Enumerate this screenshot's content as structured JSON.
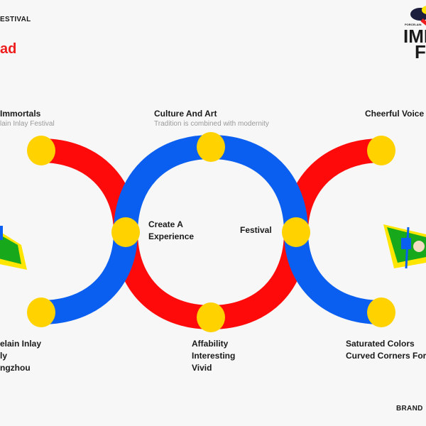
{
  "header": {
    "festival_label": "ESTIVAL",
    "title_fragment": "ad",
    "brand_footer": "BRAND"
  },
  "logo": {
    "line1": "IMM",
    "line2": "F",
    "small": "PORCELAIN"
  },
  "nodes": {
    "top_left": {
      "title": "Immortals",
      "subtitle": "lain Inlay Festival"
    },
    "top_center": {
      "title": "Culture And Art",
      "subtitle": "Tradition is combined with modernity"
    },
    "top_right": {
      "title": "Cheerful Voice"
    },
    "mid_left": {
      "lines": [
        "Create A",
        "Experience"
      ]
    },
    "mid_right": {
      "title": "Festival"
    },
    "bottom_left": {
      "lines": [
        "elain Inlay",
        "ly",
        "ngzhou"
      ]
    },
    "bottom_center": {
      "lines": [
        "Affability",
        "Interesting",
        "Vivid"
      ]
    },
    "bottom_right": {
      "lines": [
        "Saturated Colors",
        "Curved Corners For"
      ]
    }
  },
  "colors": {
    "red": "#ff0a0a",
    "blue": "#0a5ff0",
    "yellow": "#ffd200",
    "accent_text": "#ee1c1c"
  }
}
